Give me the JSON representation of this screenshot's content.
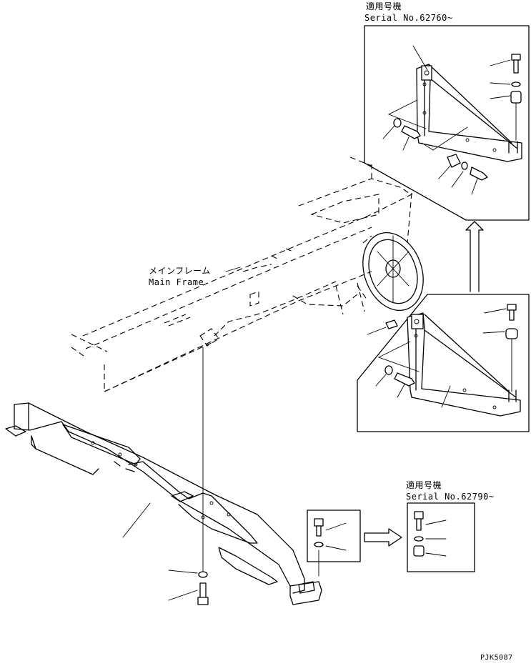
{
  "inset_top": {
    "applicability_label": "適用号機",
    "serial_label": "Serial No.62760~"
  },
  "main_frame": {
    "label_jp": "メインフレーム",
    "label_en": "Main Frame"
  },
  "inset_bottom": {
    "applicability_label": "適用号機",
    "serial_label": "Serial No.62790~"
  },
  "drawing_code": "PJK5087"
}
